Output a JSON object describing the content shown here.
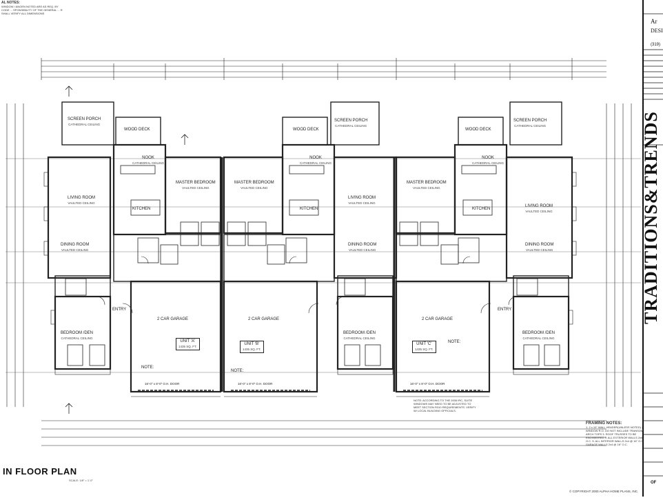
{
  "sheet": {
    "general_notes_title": "AL NOTES:",
    "general_notes": "WINDOW / ANGEN NOTED ARE AS REQ. BY CODE ... SPONSIBILITY OF THE GENERAL ... R SHALL VERIFY ALL DIMENSIONS",
    "plan_title": "IN FLOOR PLAN",
    "scale_text": "SCALE: 1/8\" = 1'-0\"",
    "copyright": "© COPYRIGHT 2000 ALPHA HOME PLANS, INC.",
    "brand": "TRADITIONS&TRENDS",
    "designer_line1": "Ar",
    "designer_line2": "DESI",
    "designer_phone": "(319)",
    "revision_label": "OF",
    "framing_notes_title": "FRAMING NOTES:",
    "framing_notes": "1. 2 x 10\" WALL HEADER(UNLESS NOTED) 2. WINDOW R.O. DO NOT INCLUDE TRANSOMS OR ARCH TOPS 3. ROOF TRUSSES TO BE ENGINEERED 4. ALL EXTERIOR WALLS 2x6 @ 16\" O.C. 5. ALL INTERIOR WALLS 2x4 @ 16\" O.C. 6. GARAGE WALLS 2x4 @ 16\" O.C.",
    "note_center": "NOTE: ACCORDING TO THE 2006 IRC, SUITE WINDOWS MAY NEED TO BE ADJUSTED TO MEET SECTION R310 REQUIREMENTS. VERIFY W/ LOCAL BUILDING OFFICIALS."
  },
  "units": [
    {
      "name": "UNIT 'A'",
      "area": "1435 SQ. FT."
    },
    {
      "name": "UNIT 'B'",
      "area": "1435 SQ. FT."
    },
    {
      "name": "UNIT 'C'",
      "area": "1435 SQ. FT."
    }
  ],
  "rooms": {
    "screen_porch": "SCREEN PORCH",
    "cathedral": "CATHEDRAL CEILING",
    "wood_deck": "WOOD DECK",
    "nook": "NOOK",
    "master_bedroom": "MASTER BEDROOM",
    "vaulted": "VAULTED CEILING",
    "living_room": "LIVING ROOM",
    "kitchen": "KITCHEN",
    "dining_room": "DINING ROOM",
    "garage": "2 CAR GARAGE",
    "bedroom_den": "BEDROOM /DEN",
    "entry": "ENTRY",
    "garage_door": "16'-0\" x 8'-0\" O.H. DOOR",
    "note_label": "NOTE:"
  }
}
